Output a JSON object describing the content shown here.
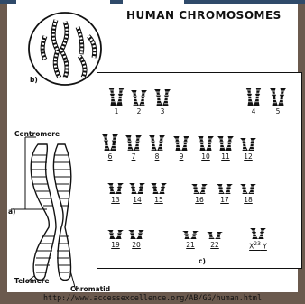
{
  "title": "HUMAN CHROMOSOMES",
  "source_url": "http://www.accessexcellence.org/AB/GG/human.html",
  "panel_labels": {
    "a": "a)",
    "b": "b)",
    "c": "c)"
  },
  "anatomy": {
    "centromere": "Centromere",
    "telomere": "Telomere",
    "chromatid": "Chromatid"
  },
  "karyotype": [
    {
      "label": "1"
    },
    {
      "label": "2"
    },
    {
      "label": "3"
    },
    {
      "label": "4"
    },
    {
      "label": "5"
    },
    {
      "label": "6"
    },
    {
      "label": "7"
    },
    {
      "label": "8"
    },
    {
      "label": "9"
    },
    {
      "label": "10"
    },
    {
      "label": "11"
    },
    {
      "label": "12"
    },
    {
      "label": "13"
    },
    {
      "label": "14"
    },
    {
      "label": "15"
    },
    {
      "label": "16"
    },
    {
      "label": "17"
    },
    {
      "label": "18"
    },
    {
      "label": "19"
    },
    {
      "label": "20"
    },
    {
      "label": "21"
    },
    {
      "label": "22"
    },
    {
      "label": "X",
      "sup": "23",
      "label2": "Y"
    }
  ]
}
